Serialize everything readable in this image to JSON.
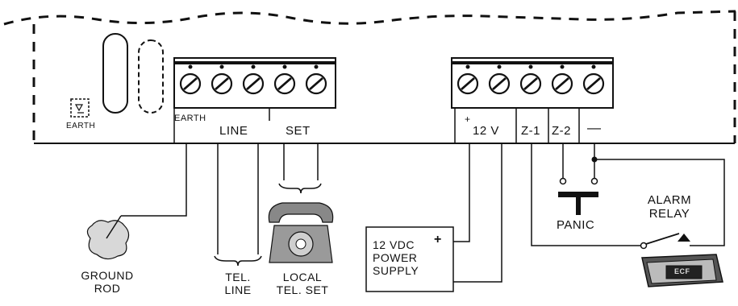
{
  "earth_icon_label": "EARTH",
  "earth_terminal_label": "EARTH",
  "line_label": "LINE",
  "set_label": "SET",
  "plus_label": "+",
  "v12_label": "12 V",
  "z1_label": "Z-1",
  "z2_label": "Z-2",
  "minus_label": "—",
  "ground_rod": {
    "line1": "GROUND",
    "line2": "ROD"
  },
  "tel_line": {
    "line1": "TEL.",
    "line2": "LINE"
  },
  "local_set": {
    "line1": "LOCAL",
    "line2": "TEL. SET"
  },
  "power_supply": {
    "line1": "12 VDC",
    "line2": "POWER",
    "line3": "SUPPLY",
    "plus": "+"
  },
  "panic_label": "PANIC",
  "alarm_relay": {
    "line1": "ALARM",
    "line2": "RELAY"
  },
  "relay_device_label": "ECF"
}
